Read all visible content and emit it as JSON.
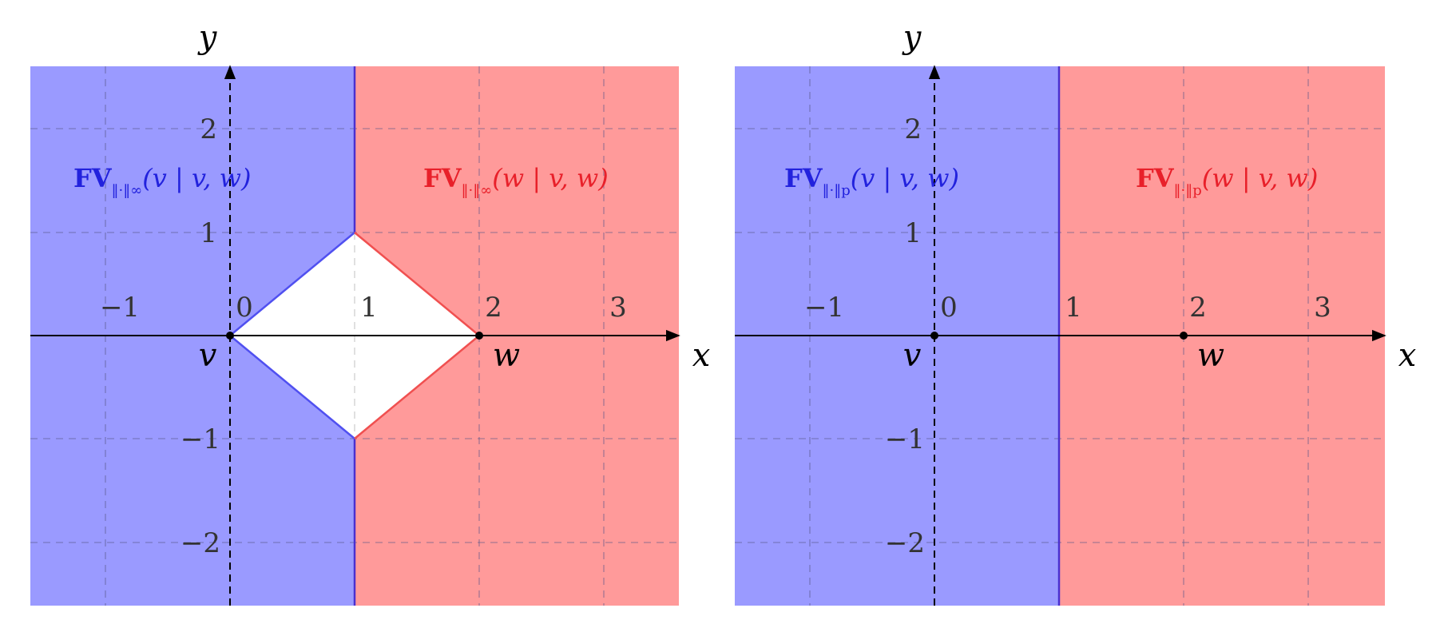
{
  "colors": {
    "blue_region": "#9a9aff",
    "red_region": "#ff9a9a",
    "blue_text": "#2222dd",
    "red_text": "#e8202a",
    "axis": "#000000"
  },
  "panels": [
    {
      "variant": "infinity",
      "x_ticks": [
        "−1",
        "0",
        "1",
        "2",
        "3"
      ],
      "y_ticks": [
        "2",
        "1",
        "−1",
        "−2"
      ],
      "x_axis_label": "x",
      "y_axis_label": "y",
      "point_v": "v",
      "point_w": "w",
      "label_v": {
        "fv": "FV",
        "sub": "‖·‖∞",
        "rest": "(v | v, w)"
      },
      "label_w": {
        "fv": "FV",
        "sub": "‖·‖∞",
        "rest": "(w | v, w)"
      }
    },
    {
      "variant": "p",
      "x_ticks": [
        "−1",
        "0",
        "1",
        "2",
        "3"
      ],
      "y_ticks": [
        "2",
        "1",
        "−1",
        "−2"
      ],
      "x_axis_label": "x",
      "y_axis_label": "y",
      "point_v": "v",
      "point_w": "w",
      "label_v": {
        "fv": "FV",
        "sub": "‖·‖p",
        "rest": "(v | v, w)"
      },
      "label_w": {
        "fv": "FV",
        "sub": "‖·‖p",
        "rest": "(w | v, w)"
      }
    }
  ]
}
